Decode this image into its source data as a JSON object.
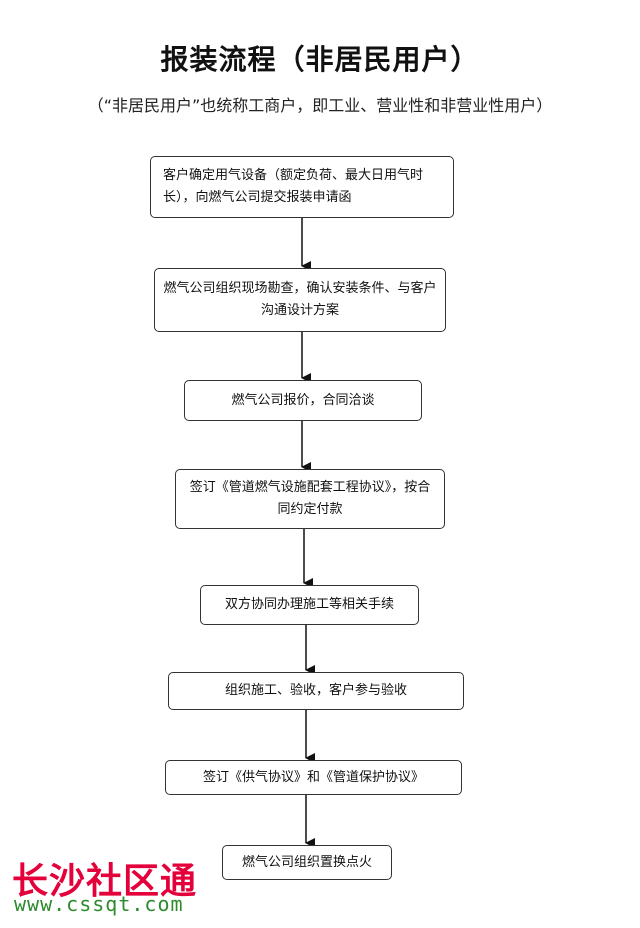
{
  "title": "报装流程（非居民用户）",
  "subtitle": "（“非居民用户”也统称工商户，即工业、营业性和非营业性用户）",
  "steps": [
    {
      "text": "客户确定用气设备（额定负荷、最大日用气时长），向燃气公司提交报装申请函"
    },
    {
      "text": "燃气公司组织现场勘查，确认安装条件、与客户沟通设计方案"
    },
    {
      "text": "燃气公司报价，合同洽谈"
    },
    {
      "text": "签订《管道燃气设施配套工程协议》，按合同约定付款"
    },
    {
      "text": "双方协同办理施工等相关手续"
    },
    {
      "text": "组织施工、验收，客户参与验收"
    },
    {
      "text": "签订《供气协议》和《管道保护协议》"
    },
    {
      "text": "燃气公司组织置换点火"
    }
  ],
  "watermark": {
    "name": "长沙社区通",
    "url": "www.cssqt.com"
  }
}
